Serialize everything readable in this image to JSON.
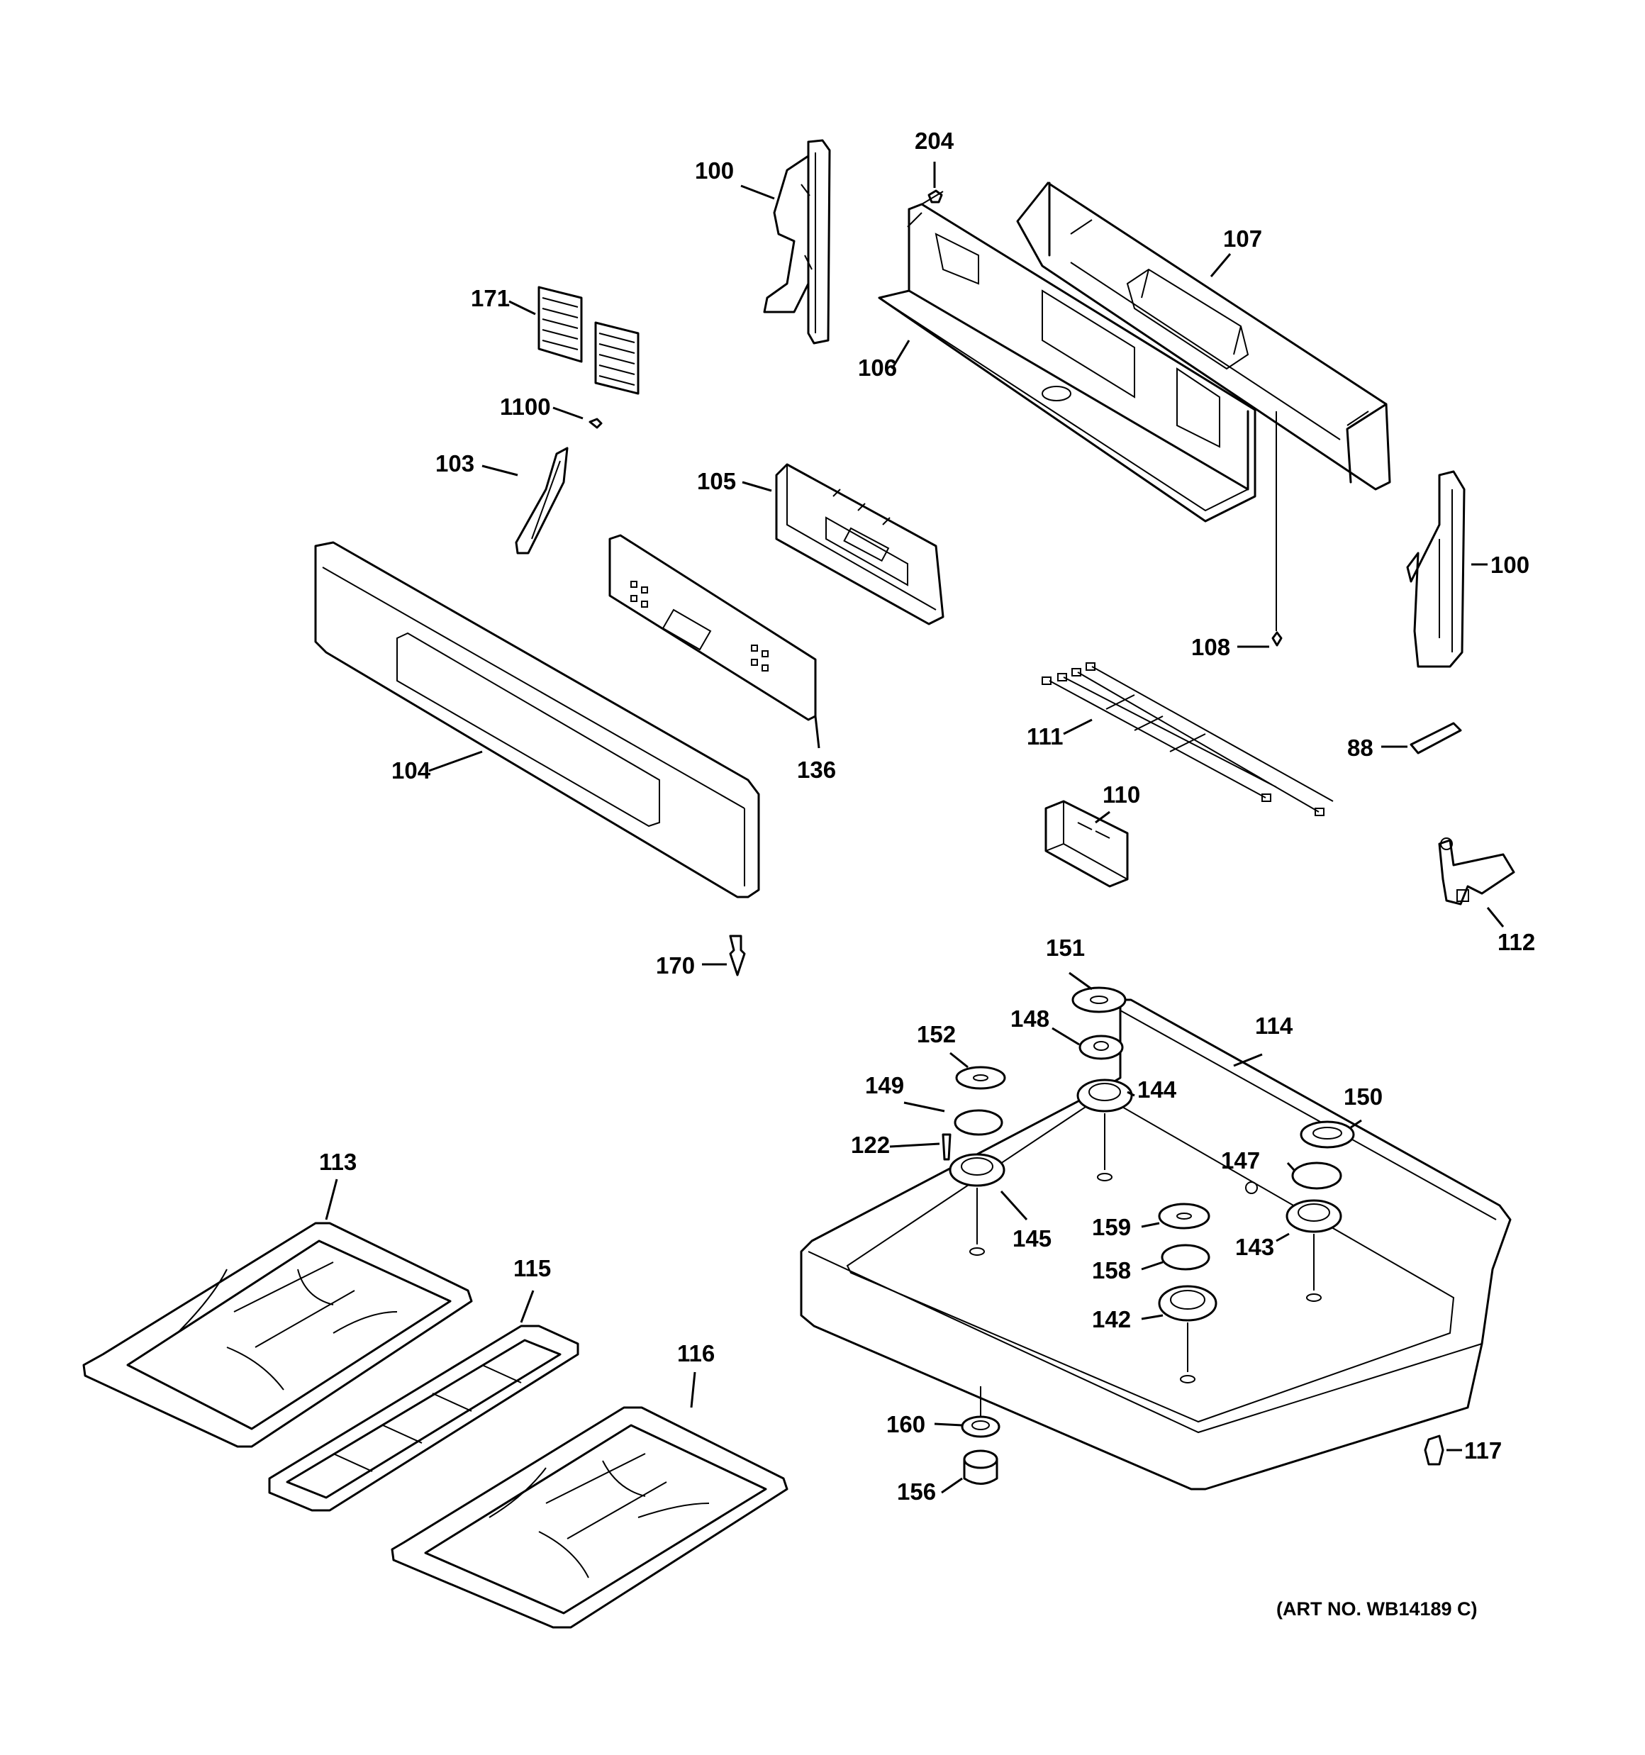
{
  "callouts": {
    "c100a": "100",
    "c204": "204",
    "c107": "107",
    "c171": "171",
    "c106": "106",
    "c1100": "1100",
    "c103": "103",
    "c105": "105",
    "c100b": "100",
    "c108": "108",
    "c111": "111",
    "c88": "88",
    "c104": "104",
    "c136": "136",
    "c110": "110",
    "c112": "112",
    "c170": "170",
    "c151": "151",
    "c148": "148",
    "c152": "152",
    "c114": "114",
    "c149": "149",
    "c144": "144",
    "c150": "150",
    "c122": "122",
    "c147": "147",
    "c113": "113",
    "c145": "145",
    "c159": "159",
    "c143": "143",
    "c115": "115",
    "c158": "158",
    "c142": "142",
    "c116": "116",
    "c160": "160",
    "c117": "117",
    "c156": "156"
  },
  "art_number": "(ART NO. WB14189 C)"
}
